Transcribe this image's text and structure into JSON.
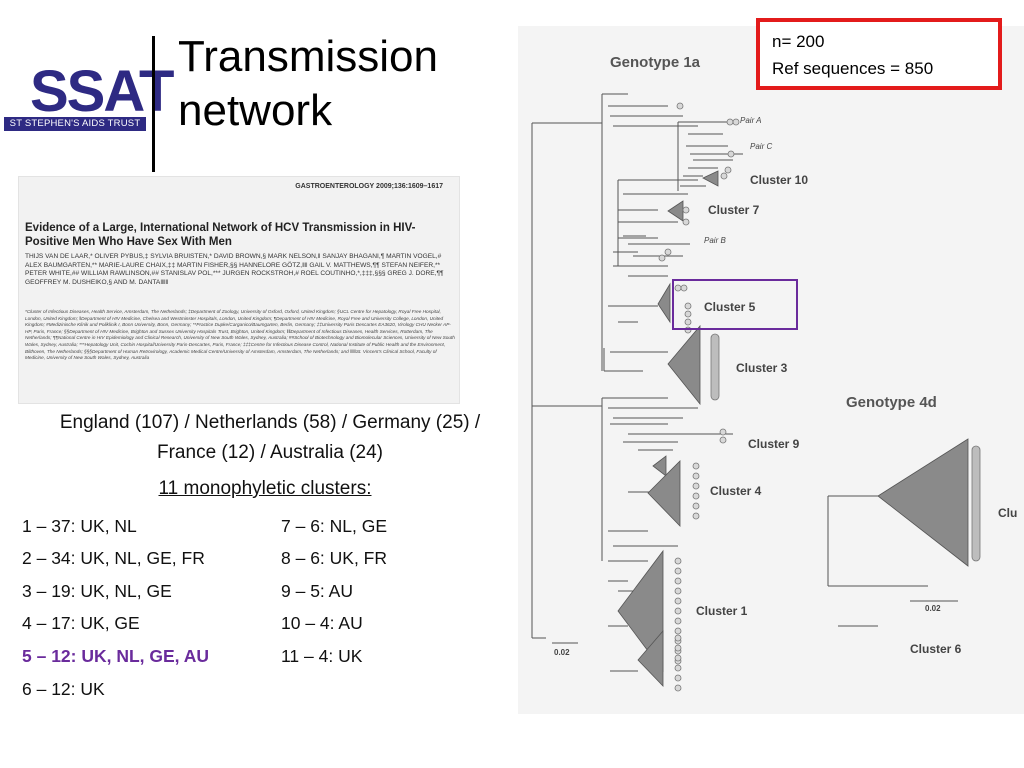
{
  "title_line1": "Transmission",
  "title_line2": "network",
  "logo": {
    "letters": "SSAT",
    "tagline": "ST STEPHEN'S AIDS TRUST"
  },
  "paper": {
    "journal": "GASTROENTEROLOGY 2009;136:1609–1617",
    "title": "Evidence of a Large, International Network of HCV Transmission in HIV-Positive Men Who Have Sex With Men",
    "authors": "THIJS VAN DE LAAR,* OLIVER PYBUS,‡ SYLVIA BRUISTEN,* DAVID BROWN,§ MARK NELSON,‖ SANJAY BHAGANI,¶ MARTIN VOGEL,# ALEX BAUMGARTEN,** MARIE-LAURE CHAIX,‡‡ MARTIN FISHER,§§ HANNELORE GÖTZ,‖‖ GAIL V. MATTHEWS,¶¶ STEFAN NEIFER,** PETER WHITE,## WILLIAM RAWLINSON,## STANISLAV POL,*** JURGEN ROCKSTROH,# ROEL COUTINHO,*,‡‡‡,§§§ GREG J. DORE,¶¶ GEOFFREY M. DUSHEIKO,§ and M. DANTA‖‖‖",
    "affiliations": "*Cluster of Infectious Diseases, Health Service, Amsterdam, The Netherlands; ‡Department of Zoology, University of Oxford, Oxford, United Kingdom; §UCL Centre for Hepatology, Royal Free Hospital, London, United Kingdom; ‖Department of HIV Medicine, Chelsea and Westminster Hospitals, London, United Kingdom; ¶Department of HIV Medicine, Royal Free and University College, London, United Kingdom; #Medizinische Klinik und Poliklinik I, Bonn University, Bonn, Germany; **Practice Dupke/Carganico/Baumgarten, Berlin, Germany; ‡‡University Paris Descartes EA3620, Virology CHU Necker AP-HP, Paris, France; §§Department of HIV Medicine, Brighton and Sussex University Hospitals Trust, Brighton, United Kingdom; ‖‖Department of Infectious Diseases, Health Services, Rotterdam, The Netherlands; ¶¶National Centre in HIV Epidemiology and Clinical Research, University of New South Wales, Sydney, Australia; ##School of Biotechnology and Biomolecular Sciences, University of New South Wales, Sydney, Australia; ***Hepatology Unit, Cochin Hospital/University Paris-Descartes, Paris, France; ‡‡‡Centre for Infectious Disease Control, National Institute of Public Health and the Environment, Bilthoven, The Netherlands; §§§Department of Human Retrovirology, Academic Medical Centre/University of Amsterdam, Amsterdam, The Netherlands; and ‖‖‖St. Vincent's Clinical School, Faculty of Medicine, University of New South Wales, Sydney, Australia"
  },
  "countries_line1": "England  (107) / Netherlands (58) / Germany (25) /",
  "countries_line2": "France (12) / Australia (24)",
  "clusters_heading": "11 monophyletic clusters:",
  "clusters_left": [
    {
      "text": "1 – 37: UK, NL"
    },
    {
      "text": "2 – 34: UK, NL, GE, FR"
    },
    {
      "text": "3 – 19: UK, NL, GE"
    },
    {
      "text": "4 – 17: UK, GE"
    },
    {
      "text": "5 – 12: UK, NL, GE, AU"
    },
    {
      "text": "6 – 12: UK"
    }
  ],
  "clusters_right": [
    {
      "text": "7 – 6: NL, GE"
    },
    {
      "text": "8 – 6: UK, FR"
    },
    {
      "text": "9 – 5: AU"
    },
    {
      "text": "10 – 4: AU"
    },
    {
      "text": "11 – 4: UK"
    }
  ],
  "highlight_color": "#6a2b9c",
  "alert_color": "#e31b1b",
  "info_box": {
    "n": "n= 200",
    "ref": "Ref sequences = 850"
  },
  "tree": {
    "genotype_1a": "Genotype 1a",
    "genotype_4d": "Genotype 4d",
    "pair_a": "Pair A",
    "pair_b": "Pair B",
    "pair_c": "Pair C",
    "cluster_10": "Cluster 10",
    "cluster_7": "Cluster 7",
    "cluster_5": "Cluster 5",
    "cluster_3": "Cluster 3",
    "cluster_9": "Cluster 9",
    "cluster_4": "Cluster 4",
    "cluster_1": "Cluster 1",
    "cluster_6": "Cluster 6",
    "cluster_cut": "Clu",
    "scale_1a": "0.02",
    "scale_4d": "0.02"
  }
}
